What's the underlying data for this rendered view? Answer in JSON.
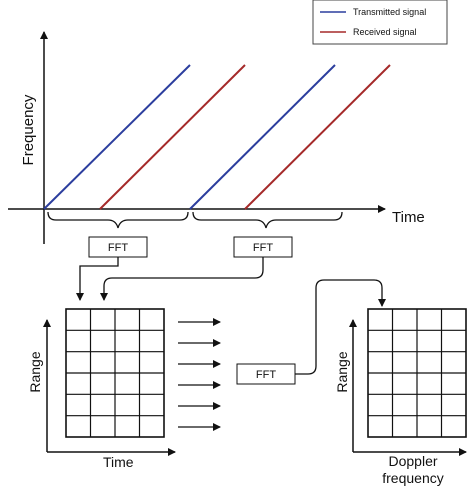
{
  "legend": {
    "items": [
      {
        "label": "Transmitted signal",
        "color": "#2c3e9e"
      },
      {
        "label": "Received signal",
        "color": "#a52a2a"
      }
    ]
  },
  "top_plot": {
    "y_label": "Frequency",
    "x_label": "Time",
    "fft_boxes": [
      "FFT",
      "FFT"
    ]
  },
  "left_grid": {
    "y_label": "Range",
    "x_label": "Time",
    "rows": 6,
    "cols": 4
  },
  "middle": {
    "fft_label": "FFT",
    "arrow_count": 6
  },
  "right_grid": {
    "y_label": "Range",
    "x_label_line1": "Doppler",
    "x_label_line2": "frequency",
    "rows": 6,
    "cols": 4
  },
  "colors": {
    "transmitted": "#2c3e9e",
    "received": "#a52a2a",
    "ink": "#111111"
  }
}
